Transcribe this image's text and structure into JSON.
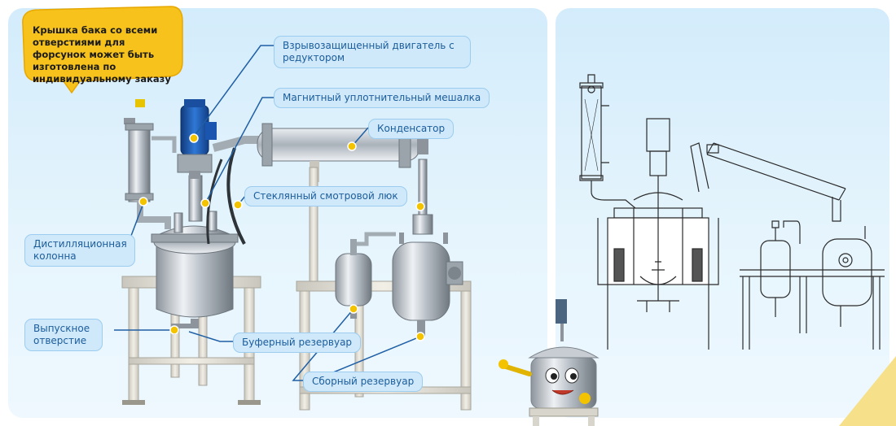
{
  "callout": {
    "text": "Крышка бака со всеми отверстиями для форсунок может быть изготовлена по индивидуальному заказу"
  },
  "labels": {
    "motor": "Взрывозащищенный двигатель с редуктором",
    "stirrer": "Магнитный уплотнительный мешалка",
    "condenser": "Конденсатор",
    "sight_glass": "Стеклянный смотровой люк",
    "distillation_column": "Дистилляционная колонна",
    "outlet": "Выпускное отверстие",
    "buffer_tank": "Буферный резервуар",
    "collection_tank": "Сборный резервуар"
  },
  "colors": {
    "label_bg": "#cfe8fa",
    "label_text": "#1b5d9b",
    "callout_bg": "#f6c21b",
    "leader_line": "#1f5fa5",
    "marker_dot": "#f3c300",
    "motor_color": "#1d5fbf",
    "steel": "#c8cdd3",
    "frame": "#e4e2d8"
  }
}
